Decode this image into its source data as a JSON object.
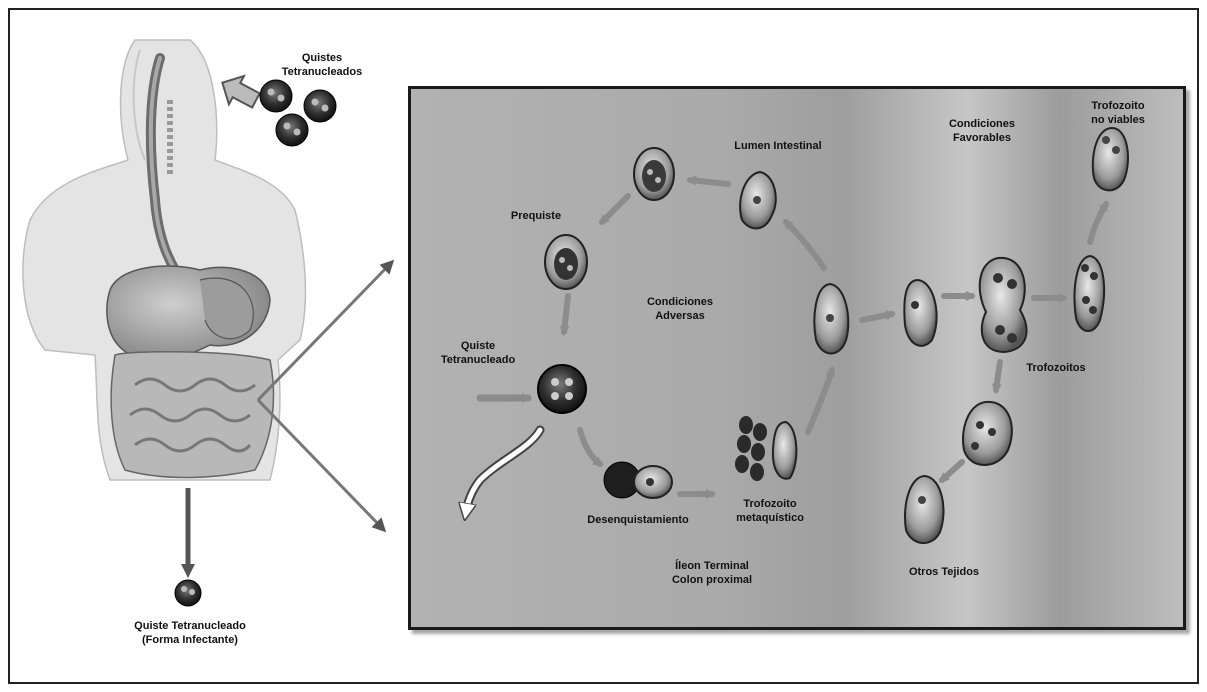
{
  "labels": {
    "quistes_top_1": "Quistes",
    "quistes_top_2": "Tetranucleados",
    "lumen": "Lumen Intestinal",
    "cond_fav_1": "Condiciones",
    "cond_fav_2": "Favorables",
    "trof_nv_1": "Trofozoito",
    "trof_nv_2": "no viables",
    "prequiste": "Prequiste",
    "cond_adv_1": "Condiciones",
    "cond_adv_2": "Adversas",
    "quiste_tetra_1": "Quiste",
    "quiste_tetra_2": "Tetranucleado",
    "trofozoitos": "Trofozoitos",
    "desenq": "Desenquistamiento",
    "trof_meta_1": "Trofozoito",
    "trof_meta_2": "metaquístico",
    "ileon_1": "Íleon Terminal",
    "ileon_2": "Colon proximal",
    "otros": "Otros Tejidos",
    "infect_1": "Quiste Tetranucleado",
    "infect_2": "(Forma Infectante)"
  },
  "colors": {
    "arrow_gray": "#8c8c8c",
    "arrow_dark": "#555555",
    "cell_dark": "#2a2a2a",
    "panel_border": "#1a1a1a"
  }
}
